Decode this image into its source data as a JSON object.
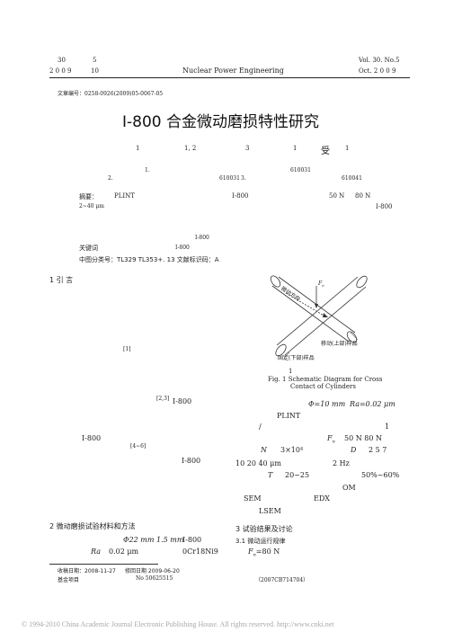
{
  "header": {
    "vol_cn": "30",
    "no_cn": "5",
    "year_cn": "2 0 0 9",
    "month_cn": "10",
    "journal": "Nuclear Power Engineering",
    "vol_en": "Vol. 30. No.5",
    "date_en": "Oct.  2 0 0 9"
  },
  "article_no": "文章编号：0258-0926(2009)05-0067-05",
  "title": "I-800 合金微动磨损特性研究",
  "authors": {
    "a1": "1",
    "a2": "1, 2",
    "a3": "3",
    "a4": "1",
    "glyph": "受",
    "a5": "1"
  },
  "affiliations": {
    "line1_a": "1.",
    "line1_b": "610031",
    "line2_a": "2.",
    "line2_b": "610031",
    "line2_c": "3.",
    "line2_d": "610041"
  },
  "abstract": {
    "label": "摘要：",
    "t1": "PLINT",
    "t2": "I-800",
    "t3": "50 N",
    "t4": "80 N",
    "t5": "2~40 μm",
    "t6": "I-800",
    "t7": "I-800"
  },
  "keywords": {
    "label": "关键词",
    "value": "I-800"
  },
  "classification": "中图分类号：TL329   TL353+. 13       文献标识码：A",
  "section1": {
    "heading": "1   引   言",
    "ref1": "[1]",
    "ref23": "[2,3]",
    "i800_a": "I-800",
    "i800_b": "I-800",
    "ref46": "[4~6]",
    "i800_c": "I-800"
  },
  "figure1": {
    "label_fn": "F",
    "label_fn_sub": "n",
    "label_slip": "微动方向",
    "label_moving": "移动(上部)样品",
    "label_fixed": "固定(下部)样品",
    "fig_num": "1",
    "caption_l1": "Fig. 1    Schematic Diagram for Cross",
    "caption_l2": "Contact of Cylinders"
  },
  "right_col": {
    "phi": "Φ=10 mm",
    "ra": "Ra=0.02 μm",
    "plint": "PLINT",
    "slash": "/",
    "one": "1",
    "fn_label": "F",
    "fn_sub": "n",
    "fn_vals": "50  N   80  N",
    "n_label": "N",
    "n_val": "3×10⁴",
    "d_label": "D",
    "d_vals": "2    5    7",
    "amps": "10    20    40 μm",
    "freq": "2 Hz",
    "t_label": "T",
    "t_val": "20~25",
    "rh": "50%~60%",
    "om": "OM",
    "sem": "SEM",
    "edx": "EDX",
    "lsem": "LSEM"
  },
  "section2": {
    "heading": "2    微动磨损试验材料和方法",
    "phi": "Φ22  mm   1.5  mm",
    "alloy": "I-800",
    "ra": "Ra",
    "ra_val": "0.02 μm",
    "steel": "0Cr18Ni9"
  },
  "section3": {
    "heading": "3   试验结果及讨论",
    "sub": "3.1    微动运行规律",
    "fn": "F",
    "fn_sub": "n",
    "fn_val": "=80   N"
  },
  "footnote": {
    "received": "收稿日期：2008-11-27",
    "revised": "修回日期    2009-06-20",
    "fund": "基金项目",
    "fund_no": "No 50625515",
    "fund_no2": "（2007CB714704）"
  },
  "watermark": "© 1994-2010 China Academic Journal Electronic Publishing House. All rights reserved.    http://www.cnki.net"
}
